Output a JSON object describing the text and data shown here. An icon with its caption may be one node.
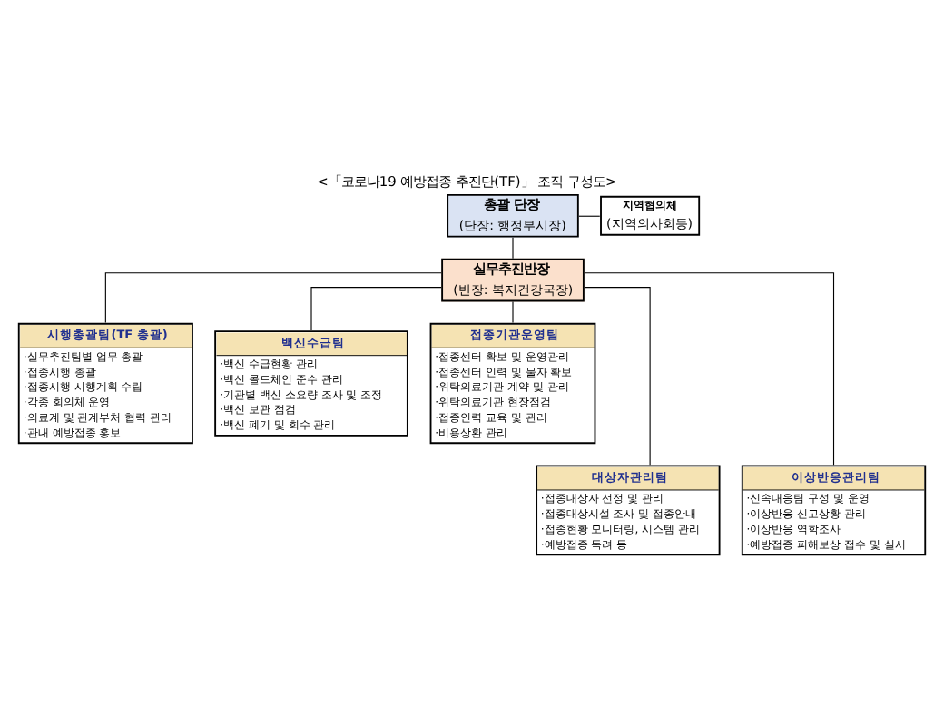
{
  "diagram": {
    "title": "<「코로나19 예방접종 추진단(TF)」 조직 구성도>",
    "nodes": [
      {
        "text": [
          "총괄 단장",
          "(단장: 행정부시장)"
        ]
      },
      {
        "text": [
          "지역협의체",
          "(지역의사회등)"
        ]
      },
      {
        "text": [
          "실무추진반장",
          "(반장: 복지건강국장)"
        ]
      },
      {
        "text": [
          "시행총괄팀(TF 총괄)",
          "·실무추진팀별 업무 총괄",
          "·접종시행 총괄",
          "·접종시행 시행계획 수립",
          "·각종 회의체 운영",
          "·의료계 및 관계부처 협력 관리",
          "·관내 예방접종 홍보"
        ]
      },
      {
        "text": [
          "백신수급팀",
          "·백신 수급현황 관리",
          "·백신 콜드체인 준수 관리",
          "·기관별 백신 소요량 조사 및 조정",
          "·백신 보관 점검",
          "·백신 폐기 및 회수 관리"
        ]
      },
      {
        "text": [
          "접종기관운영팀",
          "·접종센터 확보 및 운영관리",
          "·접종센터 인력 및 물자 확보",
          "·위탁의료기관 계약 및 관리",
          "·위탁의료기관 현장점검",
          "·접종인력 교육 및 관리",
          "·비용상환 관리"
        ]
      },
      {
        "text": [
          "대상자관리팀",
          "·접종대상자 선정 및 관리",
          "·접종대상시설 조사 및 접종안내",
          "·접종현황 모니터링, 시스템 관리",
          "·예방접종 독려 등"
        ]
      },
      {
        "text": [
          "이상반응관리팀",
          "·신속대응팀 구성 및 운영",
          "·이상반응 신고상황 관리",
          "·이상반응 역학조사",
          "·예방접종 피해보상 접수 및 실시"
        ]
      }
    ],
    "edges": [
      {
        "from": 0,
        "to": 2,
        "arrow": "none"
      },
      {
        "from": 0,
        "to": 1,
        "arrow": "none"
      },
      {
        "from": 2,
        "to": 3,
        "arrow": "none"
      },
      {
        "from": 2,
        "to": 4,
        "arrow": "none"
      },
      {
        "from": 2,
        "to": 5,
        "arrow": "none"
      },
      {
        "from": 2,
        "to": 6,
        "arrow": "none"
      },
      {
        "from": 2,
        "to": 7,
        "arrow": "none"
      }
    ]
  }
}
